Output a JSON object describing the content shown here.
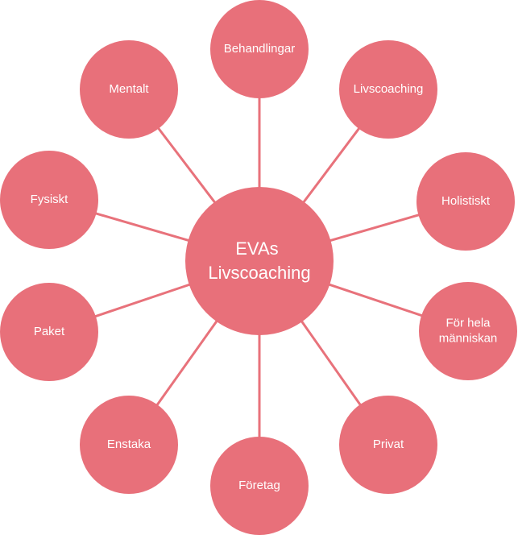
{
  "center": {
    "lines": [
      "EVAs",
      "Livscoaching"
    ]
  },
  "nodes": [
    {
      "id": "behandlingar",
      "lines": [
        "Behandlingar"
      ]
    },
    {
      "id": "livscoaching",
      "lines": [
        "Livscoaching"
      ]
    },
    {
      "id": "holistiskt",
      "lines": [
        "Holistiskt"
      ]
    },
    {
      "id": "for-hela-manniskan",
      "lines": [
        "För hela",
        "människan"
      ]
    },
    {
      "id": "privat",
      "lines": [
        "Privat"
      ]
    },
    {
      "id": "foretag",
      "lines": [
        "Företag"
      ]
    },
    {
      "id": "enstaka",
      "lines": [
        "Enstaka"
      ]
    },
    {
      "id": "paket",
      "lines": [
        "Paket"
      ]
    },
    {
      "id": "fysiskt",
      "lines": [
        "Fysiskt"
      ]
    },
    {
      "id": "mentalt",
      "lines": [
        "Mentalt"
      ]
    }
  ],
  "colors": {
    "node_fill": "#e8707a",
    "connector": "#e8727b",
    "text": "#ffffff"
  }
}
